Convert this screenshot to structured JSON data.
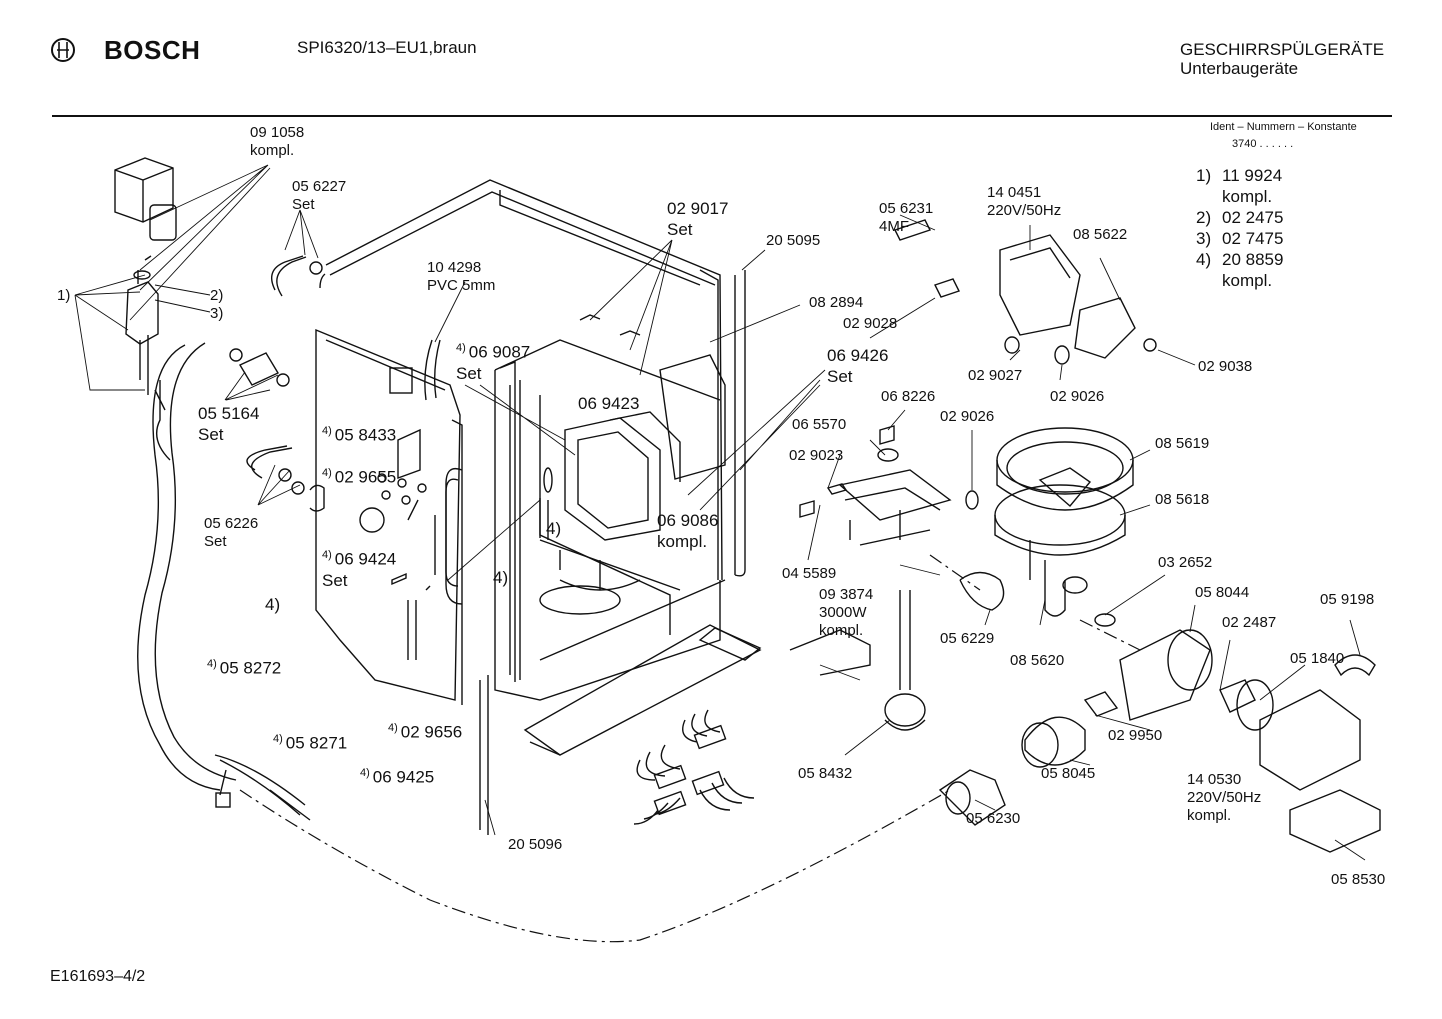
{
  "header": {
    "brand": "BOSCH",
    "model": "SPI6320/13–EU1,braun",
    "category": "GESCHIRRSPÜLGERÄTE",
    "subcategory": "Unterbaugeräte"
  },
  "ident": {
    "title": "Ident – Nummern – Konstante",
    "value": "3740 . .  . . . ."
  },
  "legend": [
    {
      "idx": "1)",
      "text": "11 9924"
    },
    {
      "idx": "",
      "text": "kompl."
    },
    {
      "idx": "2)",
      "text": "02 2475"
    },
    {
      "idx": "3)",
      "text": "02 7475"
    },
    {
      "idx": "4)",
      "text": "20 8859"
    },
    {
      "idx": "",
      "text": "kompl."
    }
  ],
  "parts": {
    "p091058": "09 1058",
    "p091058b": "kompl.",
    "p056227": "05 6227",
    "p056227b": "Set",
    "m1": "1)",
    "m2": "2)",
    "m3": "3)",
    "p055164": "05 5164",
    "p055164b": "Set",
    "p056226": "05 6226",
    "p056226b": "Set",
    "p104298": "10 4298",
    "p104298b": "PVC 5mm",
    "s069087": "4)",
    "p069087": "06 9087",
    "p069087b": "Set",
    "s058433": "4)",
    "p058433": "05 8433",
    "s029655": "4)",
    "p029655": "02 9655",
    "s069424": "4)",
    "p069424": "06 9424",
    "p069424b": "Set",
    "m4a": "4)",
    "s058272": "4)",
    "p058272": "05 8272",
    "s058271": "4)",
    "p058271": "05 8271",
    "s029656": "4)",
    "p029656": "02 9656",
    "s069425": "4)",
    "p069425": "06 9425",
    "p029017": "02 9017",
    "p029017b": "Set",
    "p205095": "20 5095",
    "p069423": "06 9423",
    "m4b": "4)",
    "m4c": "4)",
    "p069086": "06 9086",
    "p069086b": "kompl.",
    "p069426": "06 9426",
    "p069426b": "Set",
    "p082894": "08 2894",
    "p056231": "05 6231",
    "p056231b": "4MF",
    "p029028": "02 9028",
    "p140451": "14 0451",
    "p140451b": "220V/50Hz",
    "p085622": "08 5622",
    "p029027": "02 9027",
    "p029026a": "02 9026",
    "p029038": "02 9038",
    "p068226": "06 8226",
    "p065570": "06 5570",
    "p029026b": "02 9026",
    "p029023": "02 9023",
    "p085619": "08 5619",
    "p085618": "08 5618",
    "p045589": "04 5589",
    "p093874": "09 3874",
    "p093874b": "3000W",
    "p093874c": "kompl.",
    "p032652": "03 2652",
    "p056229": "05 6229",
    "p085620": "08 5620",
    "p058044": "05 8044",
    "p022487": "02 2487",
    "p059198": "05 9198",
    "p051840": "05 1840",
    "p029950": "02 9950",
    "p058432": "05 8432",
    "p058045": "05 8045",
    "p140530": "14 0530",
    "p140530b": "220V/50Hz",
    "p140530c": "kompl.",
    "p056230": "05 6230",
    "p058530": "05 8530",
    "p205096": "20 5096"
  },
  "footer": {
    "code": "E161693–4/2"
  }
}
